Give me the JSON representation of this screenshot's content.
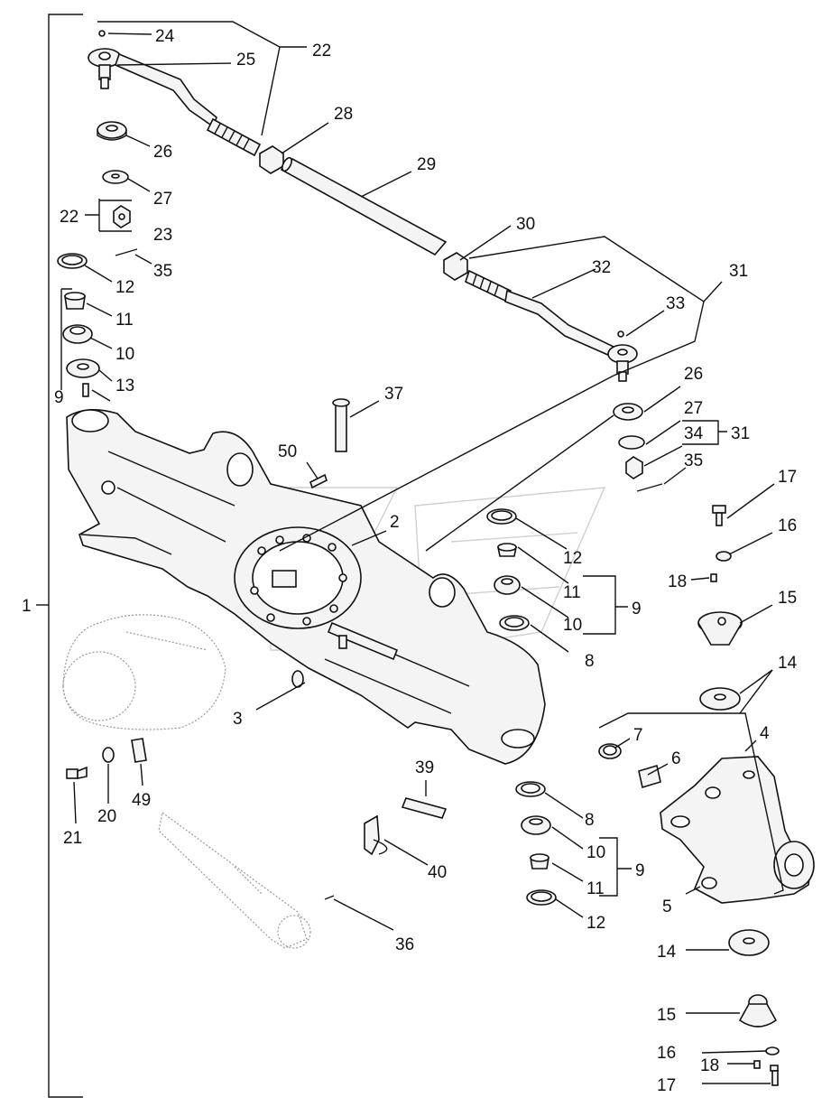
{
  "callouts": {
    "c1": "1",
    "c2": "2",
    "c3": "3",
    "c4": "4",
    "c5": "5",
    "c6": "6",
    "c7": "7",
    "c8a": "8",
    "c8b": "8",
    "c9a": "9",
    "c9b": "9",
    "c9c": "9",
    "c10a": "10",
    "c10b": "10",
    "c10c": "10",
    "c11a": "11",
    "c11b": "11",
    "c11c": "11",
    "c12a": "12",
    "c12b": "12",
    "c12c": "12",
    "c13": "13",
    "c14a": "14",
    "c14b": "14",
    "c15a": "15",
    "c15b": "15",
    "c16a": "16",
    "c16b": "16",
    "c17a": "17",
    "c17b": "17",
    "c18a": "18",
    "c18b": "18",
    "c20": "20",
    "c21": "21",
    "c22a": "22",
    "c22b": "22",
    "c23": "23",
    "c24": "24",
    "c25": "25",
    "c26a": "26",
    "c26b": "26",
    "c27a": "27",
    "c27b": "27",
    "c28": "28",
    "c29": "29",
    "c30": "30",
    "c31a": "31",
    "c31b": "31",
    "c32": "32",
    "c33": "33",
    "c34": "34",
    "c35a": "35",
    "c35b": "35",
    "c36": "36",
    "c37": "37",
    "c39": "39",
    "c40": "40",
    "c49": "49",
    "c50": "50"
  }
}
